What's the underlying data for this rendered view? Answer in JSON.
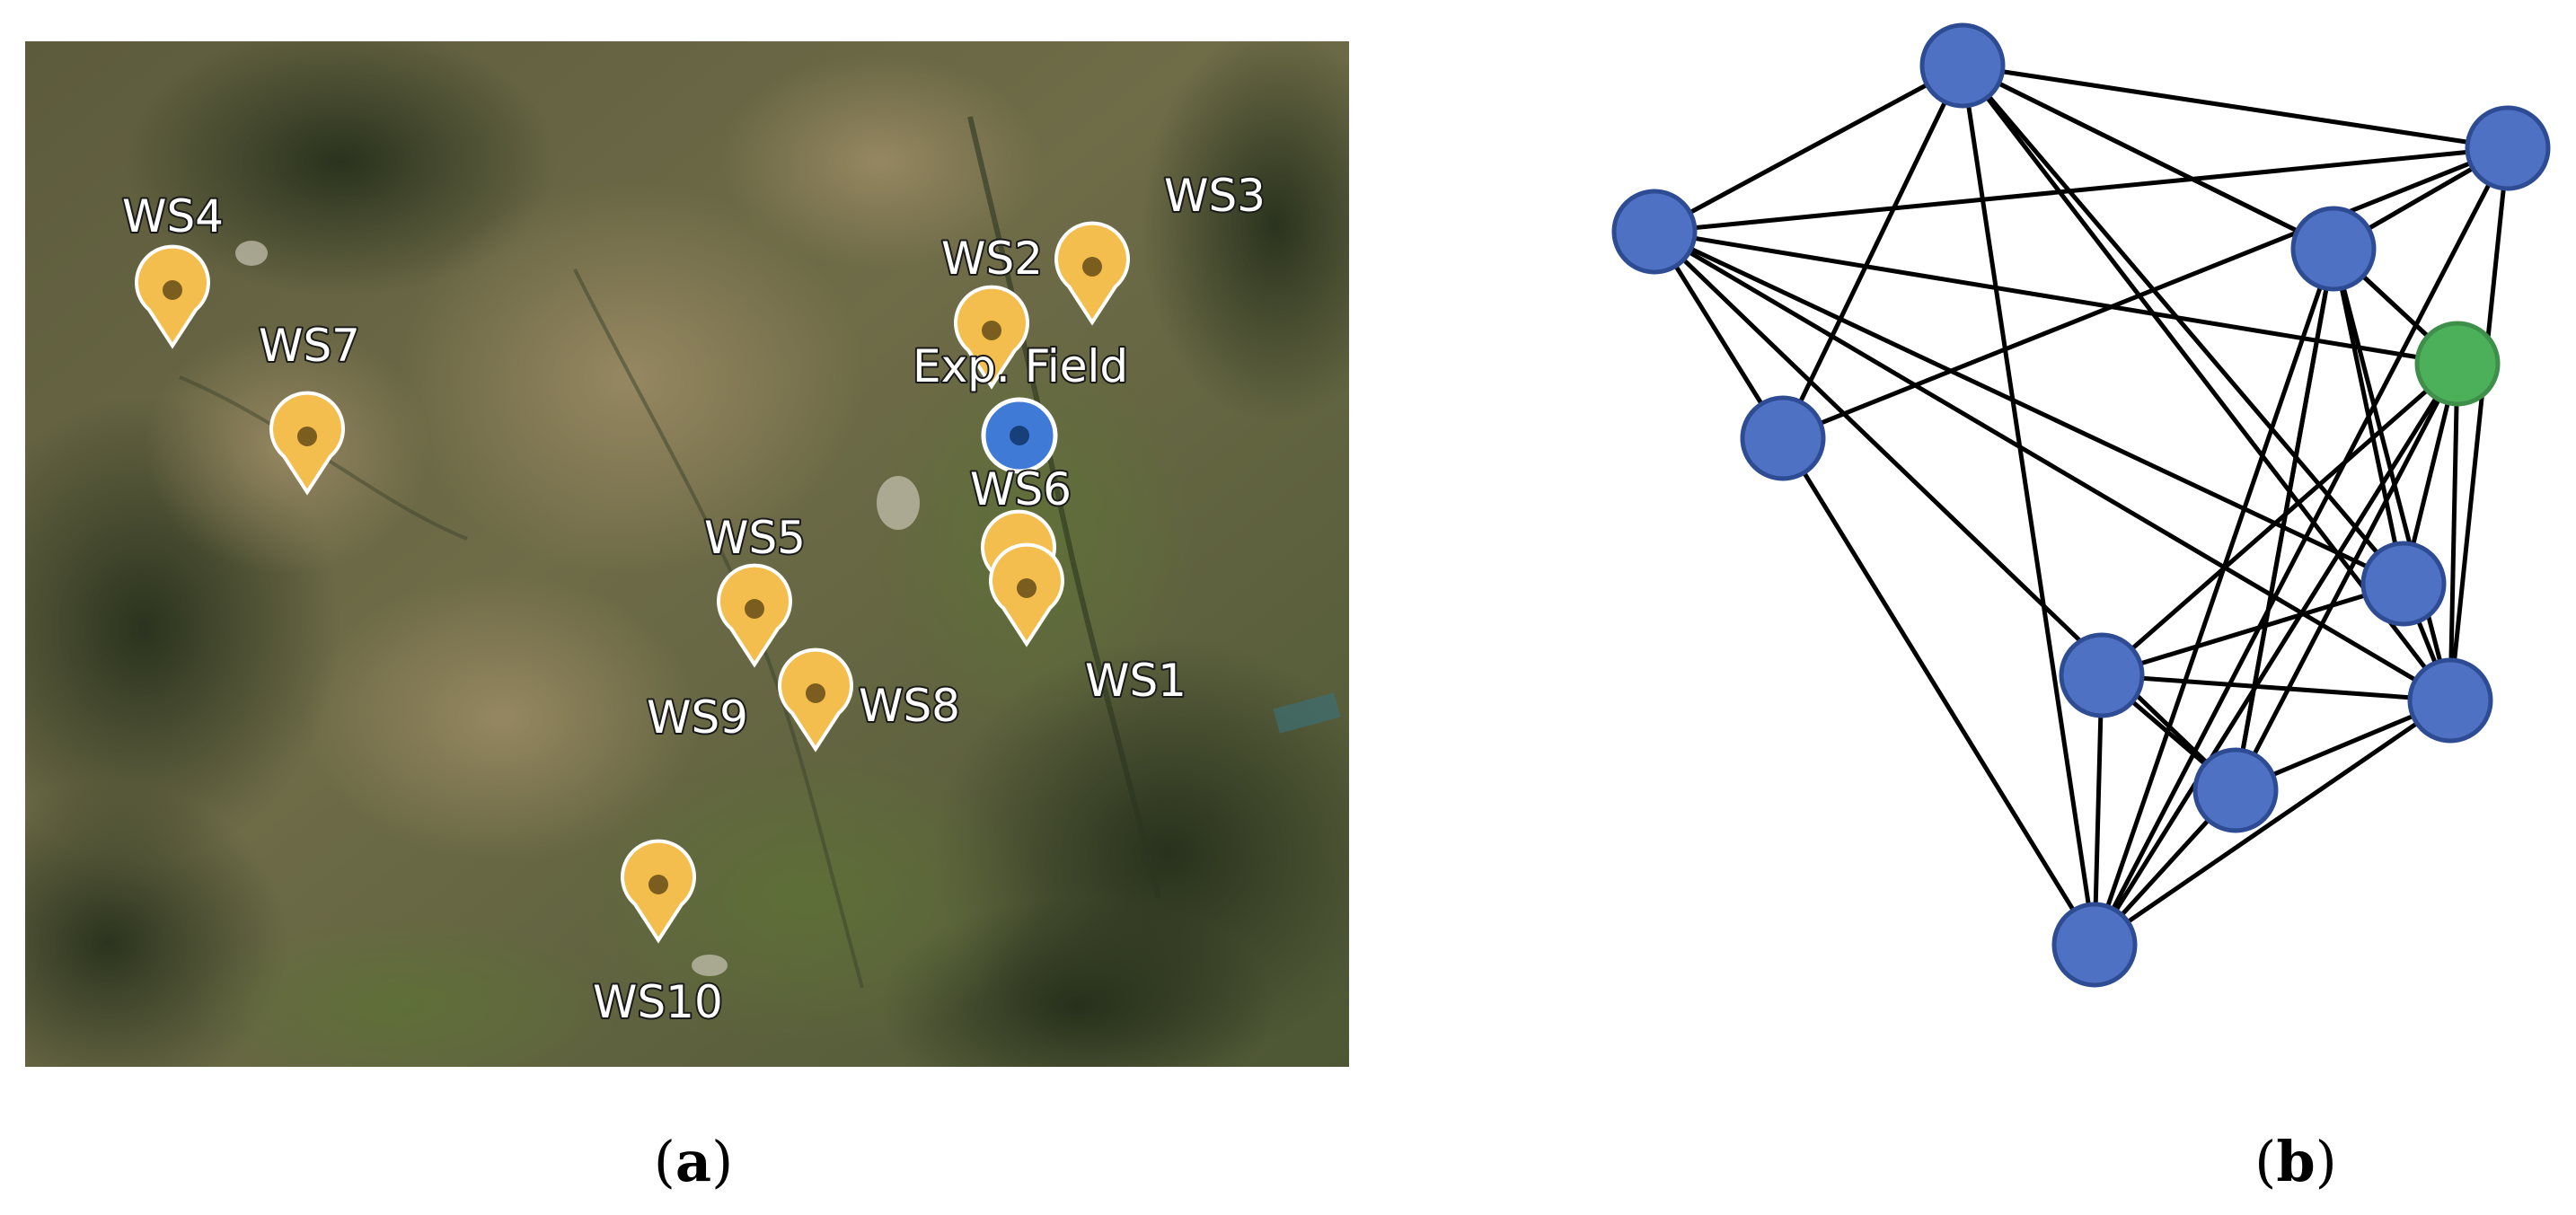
{
  "panel_a": {
    "caption_letter": "a",
    "marker_colors": {
      "station": "#F3BE4E",
      "station_dot": "#7B5E1F",
      "field": "#3F7BD6",
      "field_dot": "#173F7A"
    },
    "labels": {
      "ws1": "WS1",
      "ws2": "WS2",
      "ws3": "WS3",
      "ws4": "WS4",
      "ws5": "WS5",
      "ws6": "WS6",
      "ws7": "WS7",
      "ws8": "WS8",
      "ws9": "WS9",
      "ws10": "WS10",
      "exp_field": "Exp. Field"
    }
  },
  "panel_b": {
    "caption_letter": "b",
    "node_colors": {
      "station": "#4E71C4",
      "field": "#4CAF5A",
      "outline": "#2E4C93"
    },
    "field_node": "n7",
    "edges": [
      [
        "n1",
        "n2"
      ],
      [
        "n1",
        "n3"
      ],
      [
        "n1",
        "n4"
      ],
      [
        "n1",
        "n5"
      ],
      [
        "n1",
        "n6"
      ],
      [
        "n1",
        "n8"
      ],
      [
        "n1",
        "n10"
      ],
      [
        "n1",
        "n12"
      ],
      [
        "n2",
        "n3"
      ],
      [
        "n2",
        "n4"
      ],
      [
        "n2",
        "n5"
      ],
      [
        "n2",
        "n6"
      ],
      [
        "n2",
        "n10"
      ],
      [
        "n2",
        "n12"
      ],
      [
        "n3",
        "n6"
      ],
      [
        "n3",
        "n7"
      ],
      [
        "n3",
        "n8"
      ],
      [
        "n3",
        "n10"
      ],
      [
        "n3",
        "n11"
      ],
      [
        "n4",
        "n7"
      ],
      [
        "n4",
        "n8"
      ],
      [
        "n4",
        "n10"
      ],
      [
        "n4",
        "n11"
      ],
      [
        "n4",
        "n12"
      ],
      [
        "n5",
        "n7"
      ],
      [
        "n5",
        "n11"
      ],
      [
        "n6",
        "n12"
      ],
      [
        "n7",
        "n8"
      ],
      [
        "n7",
        "n9"
      ],
      [
        "n7",
        "n10"
      ],
      [
        "n7",
        "n11"
      ],
      [
        "n7",
        "n12"
      ],
      [
        "n8",
        "n9"
      ],
      [
        "n8",
        "n10"
      ],
      [
        "n9",
        "n10"
      ],
      [
        "n9",
        "n11"
      ],
      [
        "n9",
        "n12"
      ],
      [
        "n10",
        "n11"
      ],
      [
        "n10",
        "n12"
      ],
      [
        "n11",
        "n12"
      ]
    ]
  }
}
